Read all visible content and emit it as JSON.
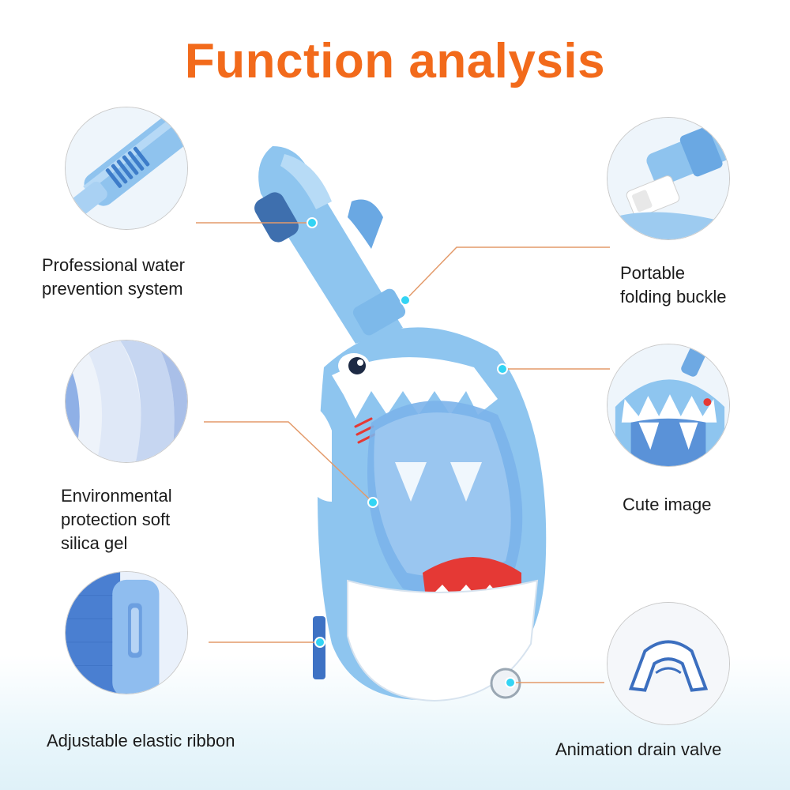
{
  "title": "Function analysis",
  "features": {
    "water_prevention": {
      "label_line1": "Professional water",
      "label_line2": "prevention system"
    },
    "folding_buckle": {
      "label_line1": "Portable",
      "label_line2": "folding buckle"
    },
    "silica_gel": {
      "label_line1": "Environmental",
      "label_line2": "protection soft",
      "label_line3": "silica gel"
    },
    "cute_image": {
      "label": "Cute image"
    },
    "elastic_ribbon": {
      "label": "Adjustable elastic ribbon"
    },
    "drain_valve": {
      "label": "Animation drain valve"
    }
  },
  "colors": {
    "title": "#f26a1b",
    "mask_blue": "#8ec5ef",
    "mask_dark_blue": "#4f8fd6",
    "accent_red": "#e53935",
    "leader_line": "#e39a6a",
    "marker_dot": "#33d4f4"
  }
}
